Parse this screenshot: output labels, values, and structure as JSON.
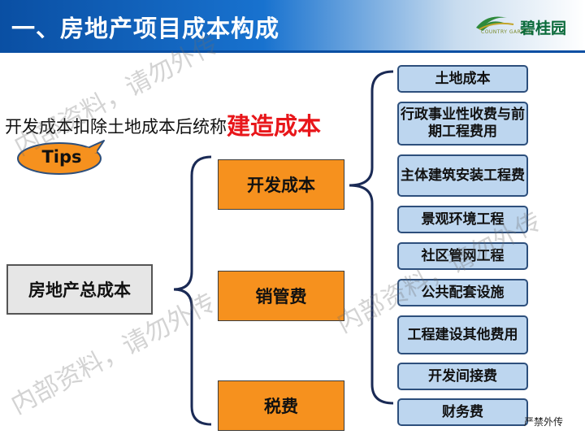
{
  "header": {
    "title": "一、房地产项目成本构成"
  },
  "logo": {
    "text": "碧桂园",
    "sub": "COUNTRY GARDEN"
  },
  "intro": {
    "text": "开发成本扣除土地成本后统称",
    "highlight": "建造成本"
  },
  "tips": {
    "label": "Tips"
  },
  "total": {
    "label": "房地产总成本"
  },
  "middle": [
    "开发成本",
    "销管费",
    "税费"
  ],
  "leaves": [
    "土地成本",
    "行政事业性收费与前期工程费用",
    "主体建筑安装工程费",
    "景观环境工程",
    "社区管网工程",
    "公共配套设施",
    "工程建设其他费用",
    "开发间接费",
    "财务费"
  ],
  "watermark": {
    "text": "内部资料，请勿外传"
  },
  "footer": {
    "note": "严禁外传"
  },
  "colors": {
    "header": "#0a4fa3",
    "mid_box": "#f6911e",
    "leaf_box": "#bdd6ef",
    "highlight": "#e8161a"
  }
}
